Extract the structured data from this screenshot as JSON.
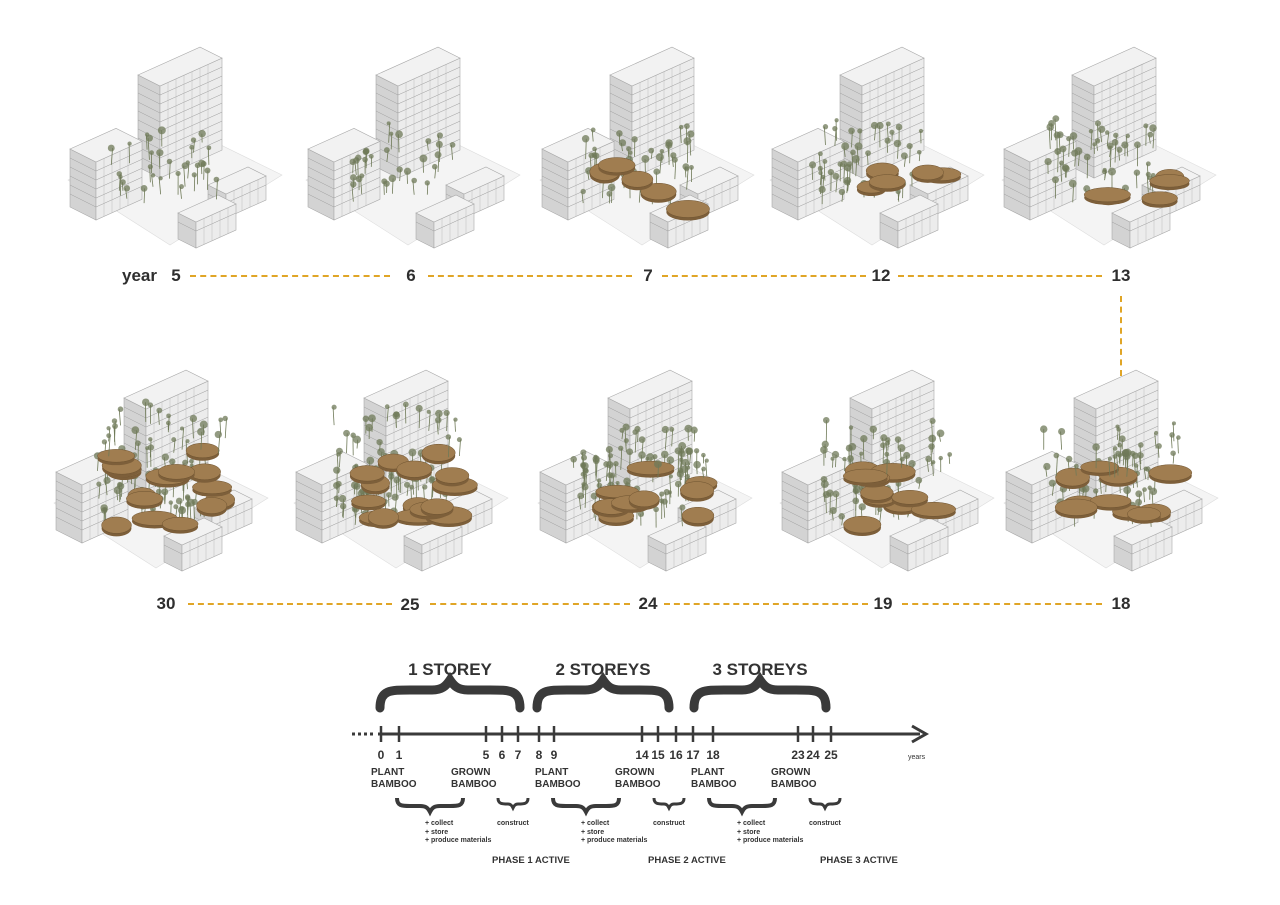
{
  "stage_labels": {
    "year_word": "year",
    "top_row": [
      "5",
      "6",
      "7",
      "12",
      "13"
    ],
    "bottom_row": [
      "30",
      "25",
      "24",
      "19",
      "18"
    ]
  },
  "models": [
    {
      "id": "year-5",
      "platforms": 0,
      "levels": 0,
      "bamboo": "sparse"
    },
    {
      "id": "year-6",
      "platforms": 0,
      "levels": 0,
      "bamboo": "sparse"
    },
    {
      "id": "year-7",
      "platforms": 1,
      "levels": 1,
      "bamboo": "medium"
    },
    {
      "id": "year-12",
      "platforms": 1,
      "levels": 1,
      "bamboo": "medium"
    },
    {
      "id": "year-13",
      "platforms": 1,
      "levels": 1,
      "bamboo": "medium"
    },
    {
      "id": "year-30",
      "platforms": 3,
      "levels": 3,
      "bamboo": "dense"
    },
    {
      "id": "year-25",
      "platforms": 3,
      "levels": 3,
      "bamboo": "dense"
    },
    {
      "id": "year-24",
      "platforms": 2,
      "levels": 2,
      "bamboo": "dense"
    },
    {
      "id": "year-19",
      "platforms": 2,
      "levels": 2,
      "bamboo": "medium"
    },
    {
      "id": "year-18",
      "platforms": 2,
      "levels": 2,
      "bamboo": "medium"
    }
  ],
  "timeline": {
    "phases": [
      {
        "title": "1 STOREY"
      },
      {
        "title": "2 STOREYS"
      },
      {
        "title": "3 STOREYS"
      }
    ],
    "ticks": [
      "0",
      "1",
      "5",
      "6",
      "7",
      "8",
      "9",
      "14",
      "15",
      "16",
      "17",
      "18",
      "23",
      "24",
      "25"
    ],
    "axis_unit": "years",
    "plant_label": [
      "PLANT",
      "BAMBOO"
    ],
    "grown_label": [
      "GROWN",
      "BAMBOO"
    ],
    "tasks": [
      "+ collect",
      "+ store",
      "+ produce materials"
    ],
    "construct": "construct",
    "active_labels": [
      "PHASE 1 ACTIVE",
      "PHASE 2 ACTIVE",
      "PHASE 3 ACTIVE"
    ]
  },
  "colors": {
    "dash": "#e0a526",
    "building_light": "#ececec",
    "building_mid": "#d3d3d3",
    "building_dark": "#b9b9b9",
    "platform": "#a07d50",
    "platform_dark": "#7d5f3a",
    "bamboo": "#6f7a58",
    "ground": "#f4f4f4",
    "text": "#2e2e2e"
  }
}
